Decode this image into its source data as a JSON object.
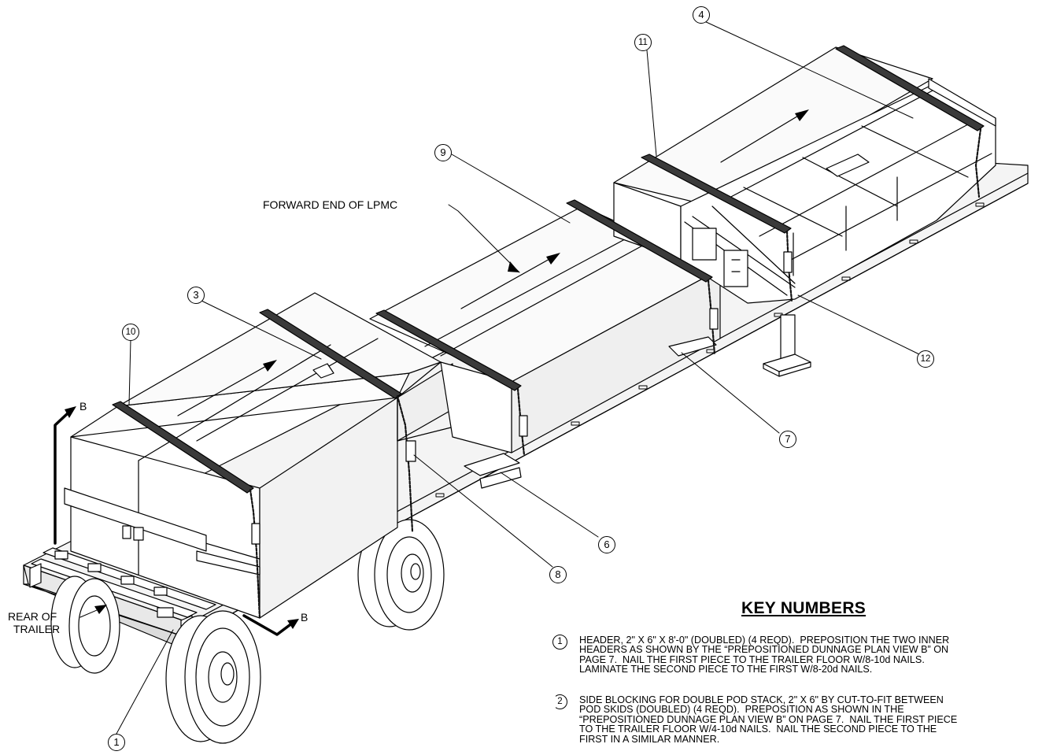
{
  "labels": {
    "forward_end": "FORWARD END OF LPMC",
    "rear_of_trailer_line1": "REAR OF",
    "rear_of_trailer_line2": "TRAILER",
    "section_b_top": "B",
    "section_b_bottom": "B"
  },
  "callouts": [
    "1",
    "3",
    "4",
    "6",
    "7",
    "8",
    "9",
    "10",
    "11",
    "12"
  ],
  "key": {
    "title": "KEY NUMBERS",
    "notes": [
      {
        "number": "1",
        "text": "HEADER, 2\" X 6\" X 8'-0\" (DOUBLED) (4 REQD).  PREPOSITION THE TWO INNER\nHEADERS AS SHOWN BY THE “PREPOSITIONED DUNNAGE PLAN VIEW B” ON\nPAGE 7.  NAIL THE FIRST PIECE TO THE TRAILER FLOOR W/8-10d NAILS.\nLAMINATE THE SECOND PIECE TO THE FIRST W/8-20d NAILS."
      },
      {
        "number": "2",
        "text": "SIDE BLOCKING FOR DOUBLE POD STACK, 2\" X 6\" BY CUT-TO-FIT BETWEEN\nPOD SKIDS (DOUBLED) (4 REQD).  PREPOSITION AS SHOWN IN THE\n“PREPOSITIONED DUNNAGE PLAN VIEW B” ON PAGE 7.  NAIL THE FIRST PIECE\nTO THE TRAILER FLOOR W/4-10d NAILS.  NAIL THE SECOND PIECE TO THE\nFIRST IN A SIMILAR MANNER."
      }
    ]
  }
}
